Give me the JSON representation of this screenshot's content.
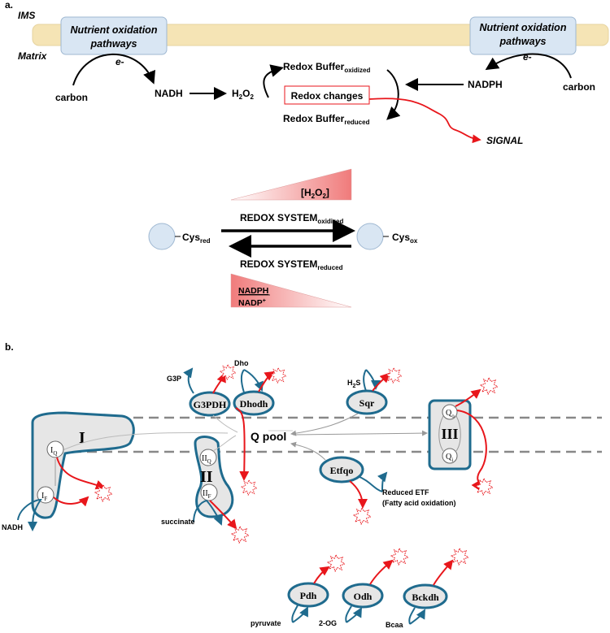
{
  "panel_a": {
    "label": "a.",
    "ims": "IMS",
    "matrix": "Matrix",
    "left_pathway": [
      "Nutrient oxidation",
      "pathways"
    ],
    "right_pathway": [
      "Nutrient oxidation",
      "pathways"
    ],
    "electron": "e-",
    "carbon_left": "carbon",
    "carbon_right": "carbon",
    "nadh": "NADH",
    "nadph": "NADPH",
    "h2o2": {
      "base": "H",
      "sub1": "2",
      "mid": "O",
      "sub2": "2"
    },
    "buffer_oxidized": {
      "base": "Redox Buffer",
      "sub": "oxidized"
    },
    "buffer_reduced": {
      "base": "Redox Buffer",
      "sub": "reduced"
    },
    "redox_changes": "Redox changes",
    "signal": "SIGNAL",
    "h2o2_gradient": {
      "open": "[H",
      "sub1": "2",
      "mid": "O",
      "sub2": "2",
      "close": "]"
    },
    "cys_red": {
      "base": "Cys",
      "sub": "red"
    },
    "cys_ox": {
      "base": "Cys",
      "sub": "ox"
    },
    "system_oxidized": {
      "base": "REDOX SYSTEM",
      "sub": "oxidized"
    },
    "system_reduced": {
      "base": "REDOX SYSTEM",
      "sub": "reduced"
    },
    "nadph_ratio": "NADPH",
    "nadp_ratio": {
      "base": "NADP",
      "sup": "+"
    }
  },
  "panel_b": {
    "label": "b.",
    "complex_I": "I",
    "iq": {
      "base": "I",
      "sub": "Q"
    },
    "if": {
      "base": "I",
      "sub": "F"
    },
    "nadh": "NADH",
    "complex_II": "II",
    "iiq": {
      "base": "II",
      "sub": "Q"
    },
    "iif": {
      "base": "II",
      "sub": "F"
    },
    "succinate": "succinate",
    "g3pdh": "G3PDH",
    "g3p": "G3P",
    "dhodh": "Dhodh",
    "dho": "Dho",
    "sqr": "Sqr",
    "h2s": {
      "base": "H",
      "sub": "2",
      "end": "S"
    },
    "q_pool": "Q pool",
    "etfqo": "Etfqo",
    "reduced_etf": "Reduced ETF",
    "fatty_acid": "(Fatty acid oxidation)",
    "complex_III": "III",
    "qo": {
      "base": "Q",
      "sub": "o"
    },
    "qi": {
      "base": "Q",
      "sub": "i"
    },
    "pdh": "Pdh",
    "pyruvate": "pyruvate",
    "odh": "Odh",
    "two_og": "2-OG",
    "bckdh": "Bckdh",
    "bcaa": "Bcaa"
  },
  "colors": {
    "membrane": "#f5e4b5",
    "pathway_box": "#d9e6f3",
    "blue": "#1f6b8e",
    "red": "#e8161b",
    "complex_fill": "#e6e6e6",
    "gradient_red": "#f28080"
  }
}
